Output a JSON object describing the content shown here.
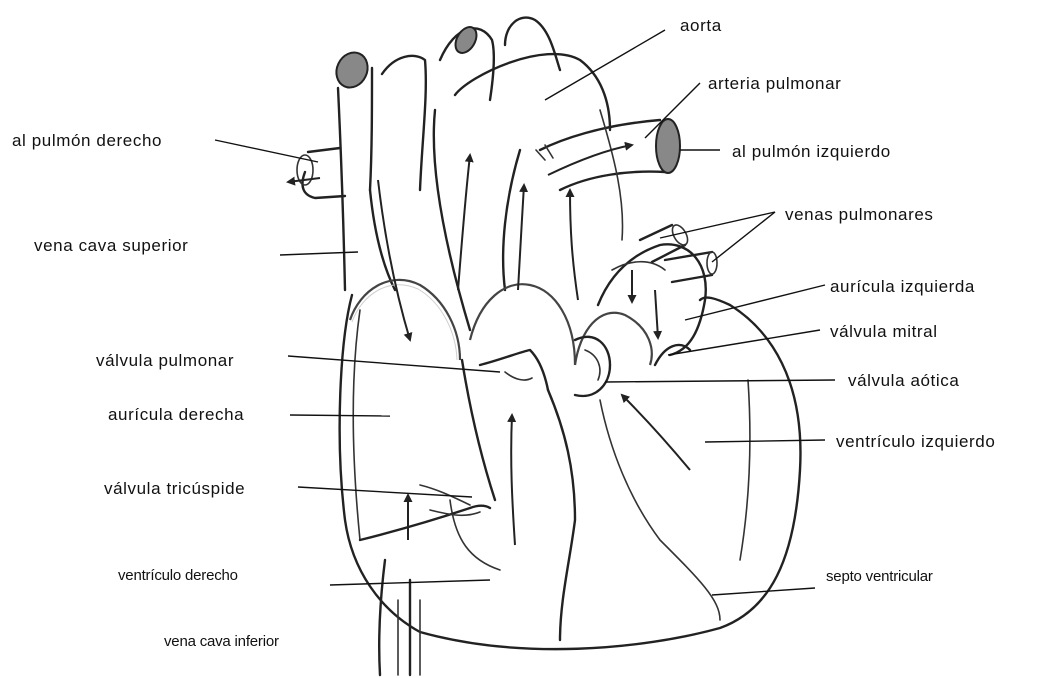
{
  "labels": {
    "aorta": "aorta",
    "arteria_pulmonar": "arteria pulmonar",
    "pulmon_derecho": "al pulmón derecho",
    "pulmon_izquierdo": "al pulmón izquierdo",
    "vena_cava_superior": "vena cava superior",
    "venas_pulmonares": "venas pulmonares",
    "auricula_izquierda": "aurícula izquierda",
    "valvula_mitral": "válvula mitral",
    "valvula_pulmonar": "válvula pulmonar",
    "valvula_aortica": "válvula aótica",
    "auricula_derecha": "aurícula derecha",
    "ventriculo_izquierdo": "ventrículo izquierdo",
    "valvula_tricuspide": "válvula tricúspide",
    "ventriculo_derecho": "ventrículo derecho",
    "septo_ventricular": "septo ventricular",
    "vena_cava_inferior": "vena cava inferior"
  },
  "colors": {
    "line": "#222222",
    "cap": "#888888",
    "background": "#ffffff"
  }
}
